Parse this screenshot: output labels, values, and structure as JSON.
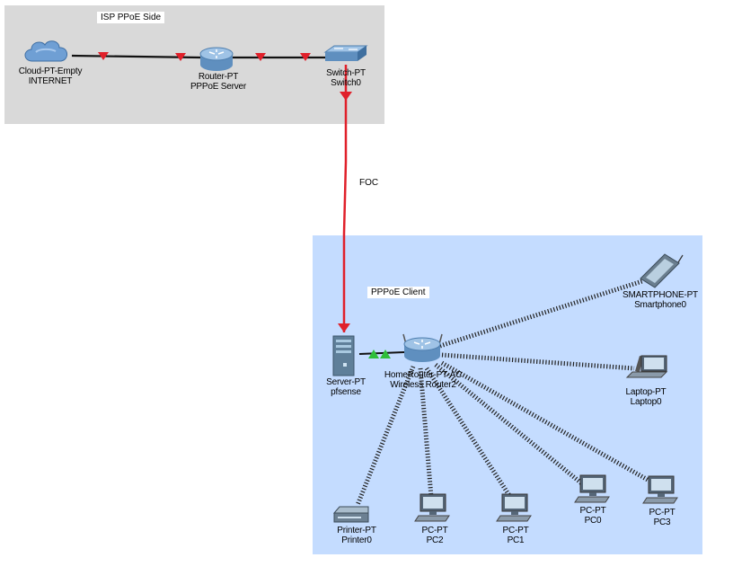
{
  "zones": {
    "isp": {
      "label": "ISP PPoE Side",
      "color": "#d9d9d9"
    },
    "client": {
      "label": "PPPoE Client",
      "color": "#c4dcff"
    }
  },
  "links": {
    "foc_label": "FOC",
    "fiber_color": "#e0202a",
    "copper_color": "#111111",
    "wireless_color": "#222222",
    "link_up_color": "#2fbf3a",
    "link_down_color": "#e0202a"
  },
  "devices": {
    "cloud": {
      "type": "Cloud-PT-Empty",
      "name": "INTERNET",
      "icon": "cloud-icon"
    },
    "router": {
      "type": "Router-PT",
      "name": "PPPoE Server",
      "icon": "router-icon"
    },
    "switch": {
      "type": "Switch-PT",
      "name": "Switch0",
      "icon": "switch-icon"
    },
    "server": {
      "type": "Server-PT",
      "name": "pfsense",
      "icon": "server-icon"
    },
    "homerouter": {
      "type": "HomeRouter-PT-AC",
      "name": "Wireless Router2",
      "icon": "wireless-router-icon"
    },
    "smartphone": {
      "type": "SMARTPHONE-PT",
      "name": "Smartphone0",
      "icon": "smartphone-icon"
    },
    "laptop": {
      "type": "Laptop-PT",
      "name": "Laptop0",
      "icon": "laptop-icon"
    },
    "printer": {
      "type": "Printer-PT",
      "name": "Printer0",
      "icon": "printer-icon"
    },
    "pc2": {
      "type": "PC-PT",
      "name": "PC2",
      "icon": "pc-icon"
    },
    "pc1": {
      "type": "PC-PT",
      "name": "PC1",
      "icon": "pc-icon"
    },
    "pc0": {
      "type": "PC-PT",
      "name": "PC0",
      "icon": "pc-icon"
    },
    "pc3": {
      "type": "PC-PT",
      "name": "PC3",
      "icon": "pc-icon"
    }
  }
}
